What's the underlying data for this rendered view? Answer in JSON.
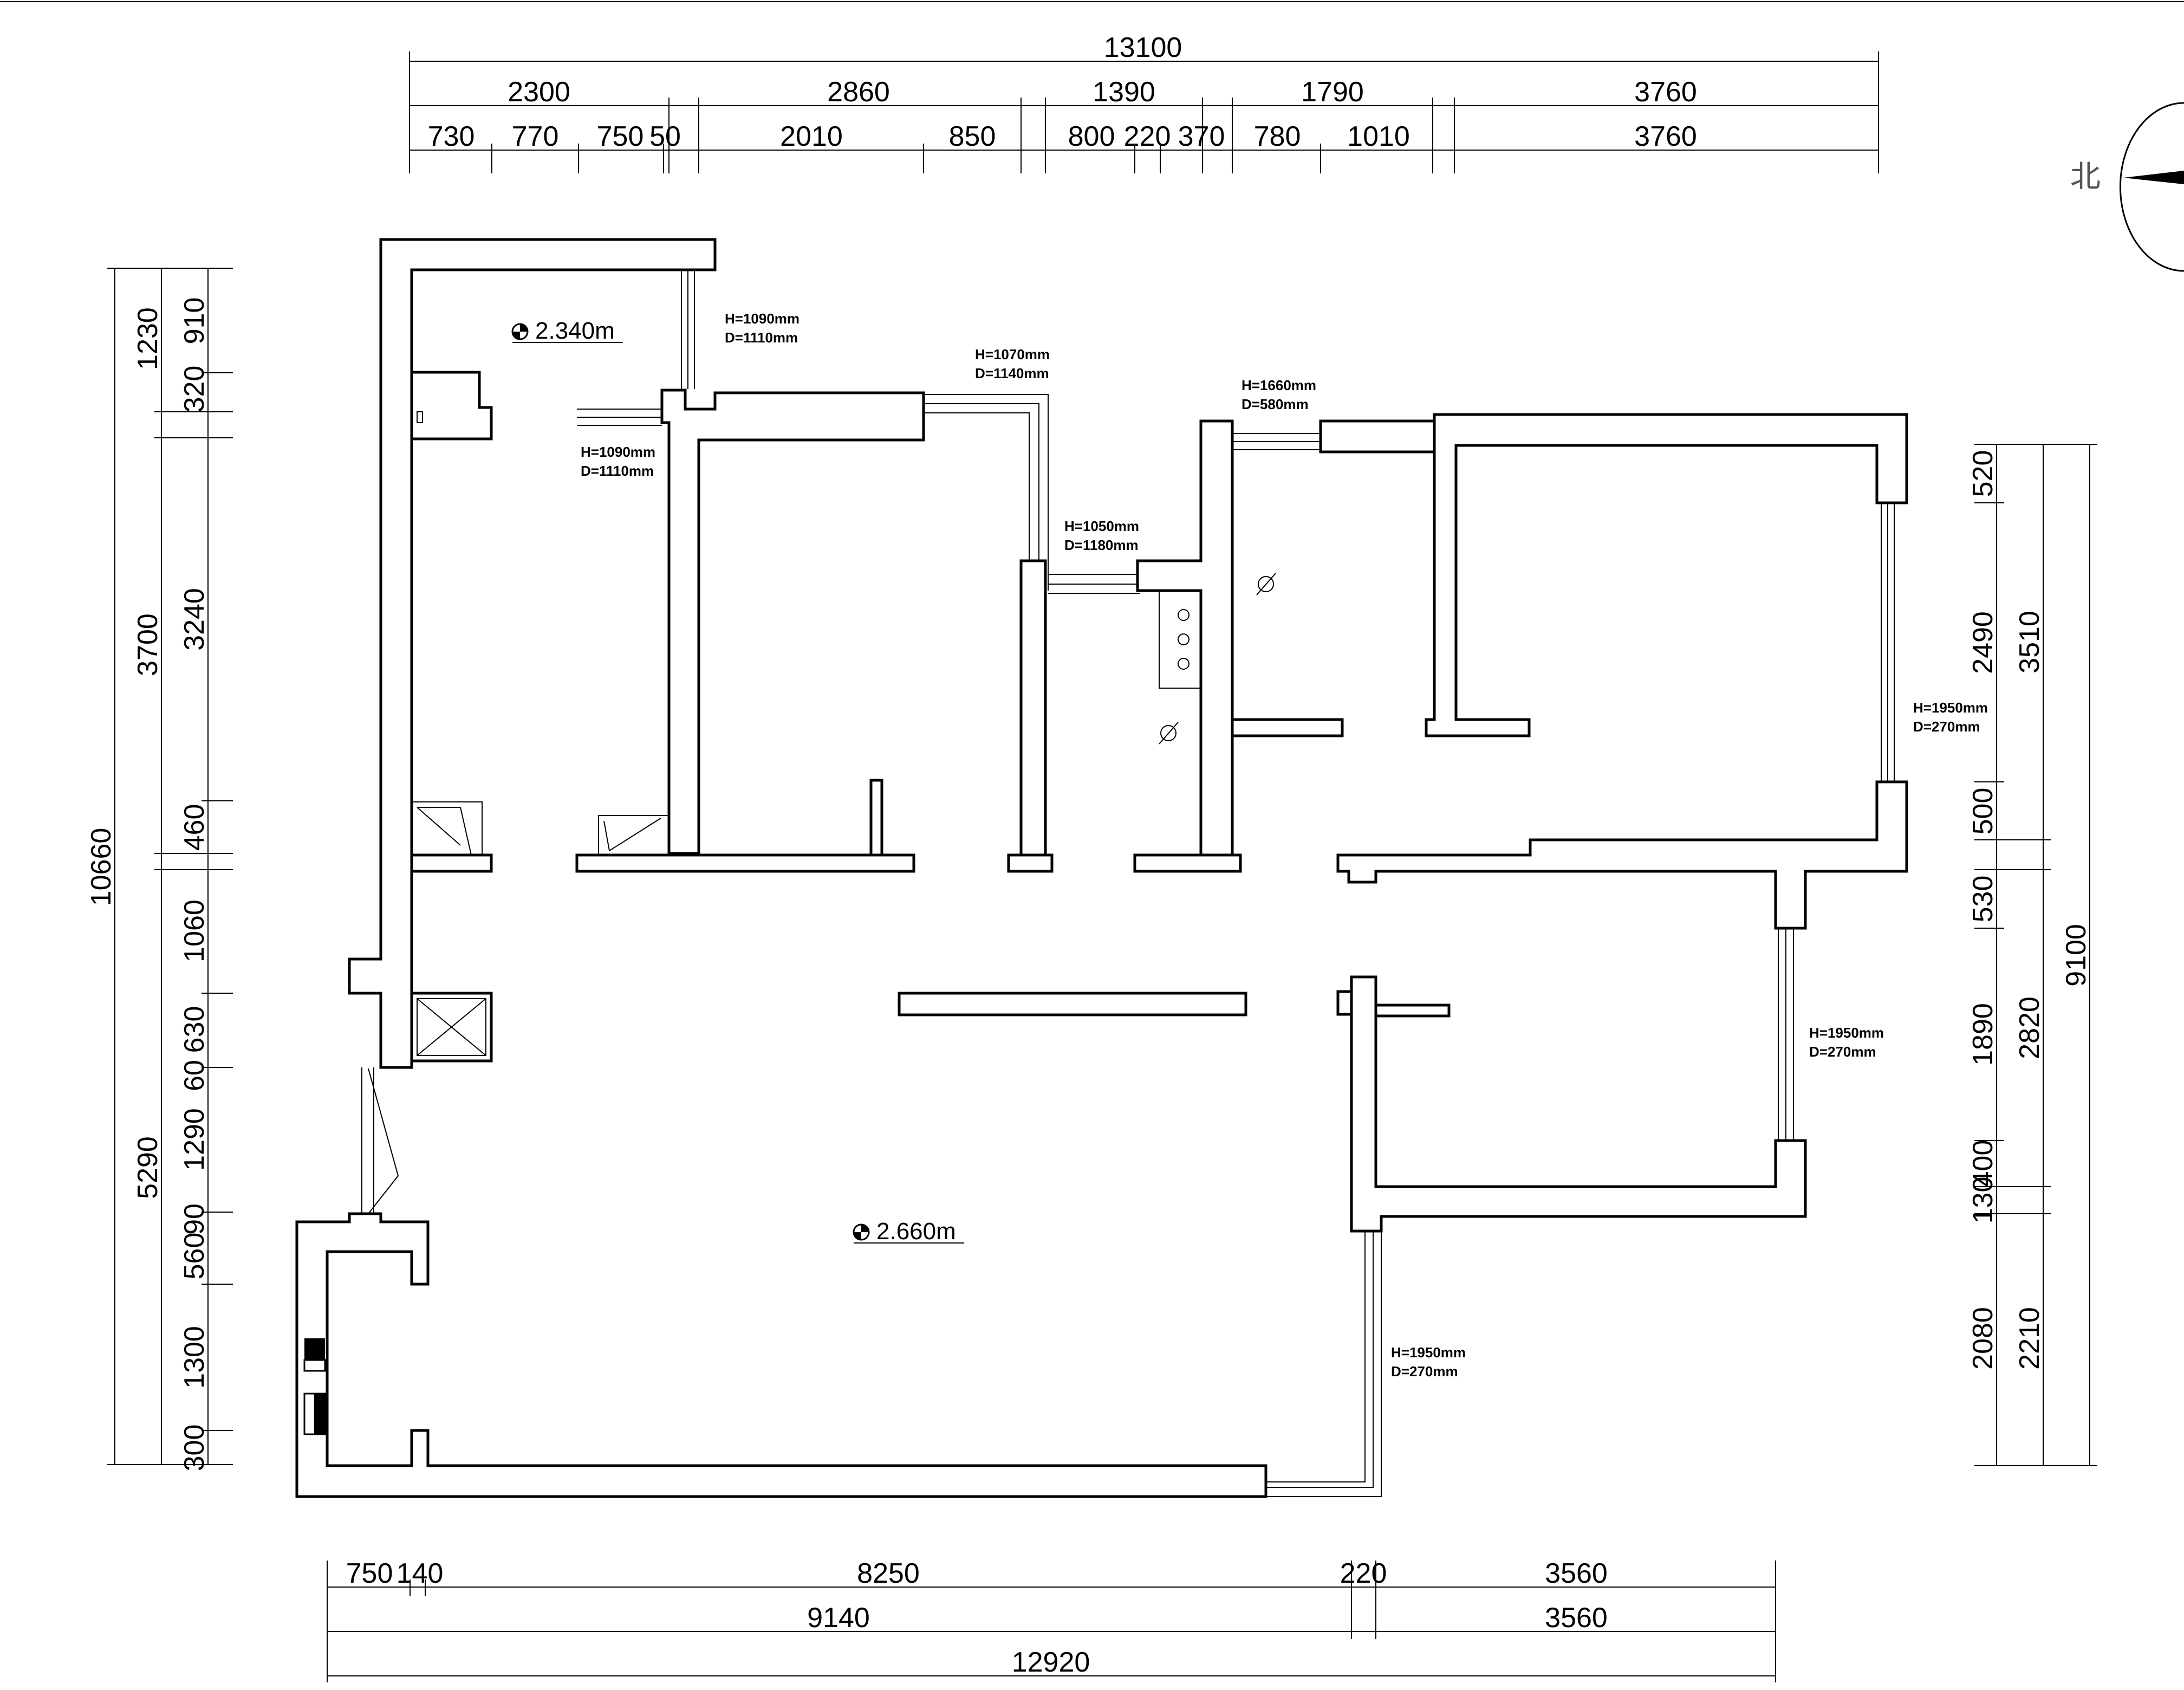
{
  "compass": {
    "north_label": "北"
  },
  "levels": [
    {
      "text": "2.340m"
    },
    {
      "text": "2.660m"
    }
  ],
  "window_labels": [
    {
      "h": "H=1090mm",
      "d": "D=1110mm"
    },
    {
      "h": "H=1090mm",
      "d": "D=1110mm"
    },
    {
      "h": "H=1070mm",
      "d": "D=1140mm"
    },
    {
      "h": "H=1660mm",
      "d": "D=580mm"
    },
    {
      "h": "H=1050mm",
      "d": "D=1180mm"
    },
    {
      "h": "H=1950mm",
      "d": "D=270mm"
    },
    {
      "h": "H=1950mm",
      "d": "D=270mm"
    },
    {
      "h": "H=1950mm",
      "d": "D=270mm"
    }
  ],
  "dimensions": {
    "top_total": "13100",
    "top_mid": [
      "2300",
      "2860",
      "1390",
      "1790",
      "3760"
    ],
    "top_inner": [
      "730",
      "770",
      "750",
      "50",
      "2010",
      "850",
      "800",
      "220",
      "370",
      "780",
      "1010",
      "3760"
    ],
    "bottom_inner": [
      "750",
      "140",
      "8250",
      "220",
      "3560"
    ],
    "bottom_mid": [
      "9140",
      "3560"
    ],
    "bottom_total": "12920",
    "left_total": "10660",
    "left_mid": [
      "1230",
      "3700",
      "5290"
    ],
    "left_inner": [
      "910",
      "320",
      "3240",
      "460",
      "1060",
      "60",
      "630",
      "1290",
      "560",
      "90",
      "1300",
      "300"
    ],
    "right_total": "9100",
    "right_mid": [
      "3510",
      "2820",
      "2210"
    ],
    "right_inner": [
      "520",
      "2490",
      "500",
      "530",
      "1890",
      "400",
      "130",
      "2080"
    ]
  }
}
